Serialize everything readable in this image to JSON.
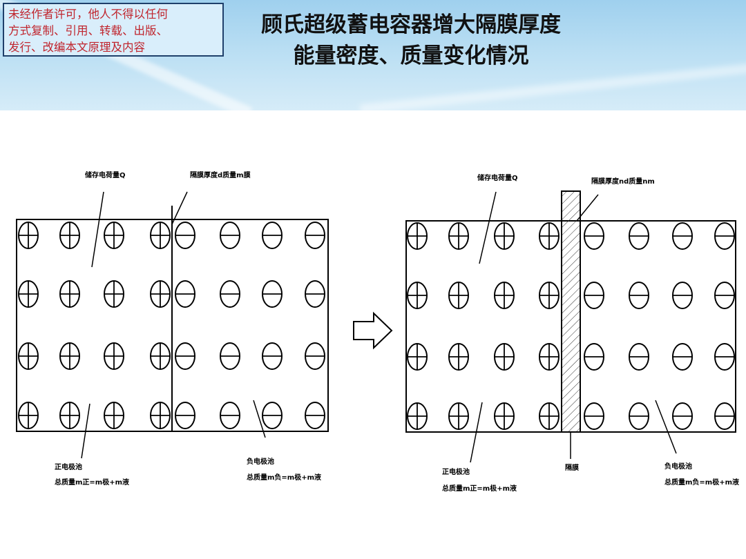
{
  "notice": {
    "lines": [
      "未经作者许可，他人不得以任何",
      "方式复制、引用、转载、出版、",
      "发行、改编本文原理及内容"
    ]
  },
  "title": {
    "line1": "顾氏超级蓄电容器增大隔膜厚度",
    "line2": "能量密度、质量变化情况"
  },
  "left_diagram": {
    "charge_label": "储存电荷量Q",
    "membrane_label": "隔膜厚度d质量m膜",
    "positive_pool": "正电极池",
    "positive_mass": "总质量m正=m极+m液",
    "negative_pool": "负电极池",
    "negative_mass": "总质量m负=m极+m液"
  },
  "right_diagram": {
    "charge_label": "储存电荷量Q",
    "membrane_label": "隔膜厚度nd质量nm",
    "membrane": "隔膜",
    "positive_pool": "正电极池",
    "positive_mass": "总质量m正=m极+m液",
    "negative_pool": "负电极池",
    "negative_mass": "总质量m负=m极+m液"
  },
  "colors": {
    "notice_text": "#c0252d",
    "notice_border": "#1f3f6a",
    "header_bg": "#b9def3"
  }
}
